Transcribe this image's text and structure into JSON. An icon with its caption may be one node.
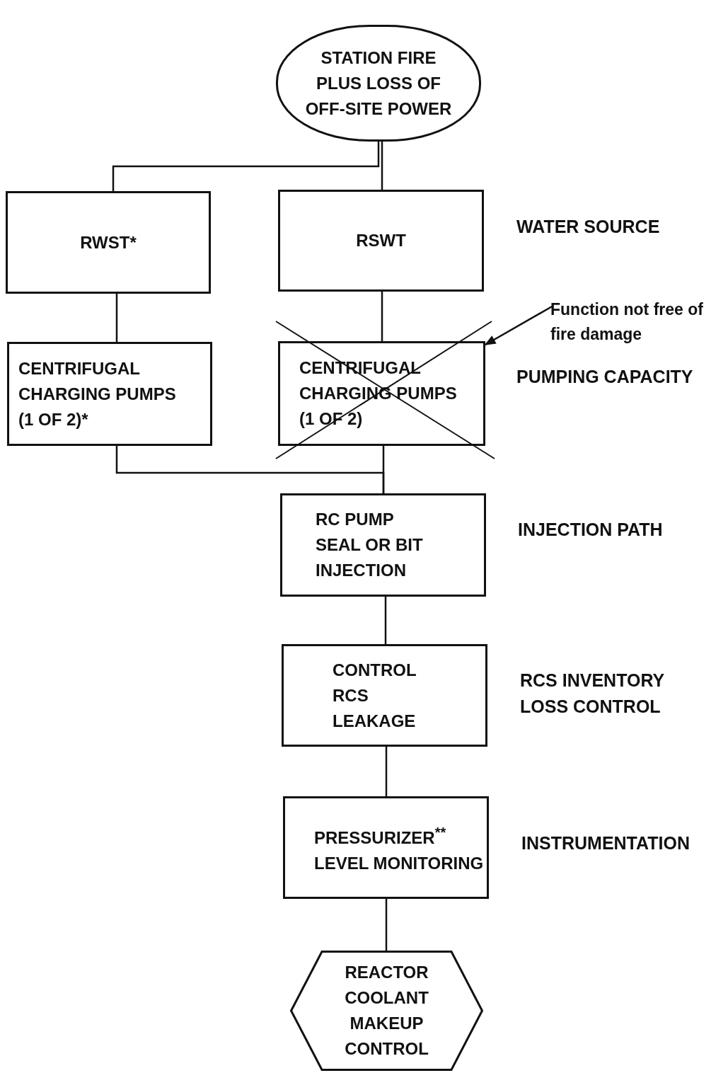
{
  "diagram": {
    "nodes": [
      {
        "text": [
          "STATION FIRE PLUS LOSS OF OFF-SITE POWER"
        ]
      },
      {
        "text": [
          "RWST*"
        ]
      },
      {
        "text": [
          "RSWT"
        ]
      },
      {
        "text": [
          "CENTRIFUGAL CHARGING PUMPS (1 OF 2)*"
        ]
      },
      {
        "text": [
          "CENTRIFUGAL CHARGING PUMPS (1 OF 2)"
        ]
      },
      {
        "text": [
          "RC PUMP SEAL OR BIT INJECTION"
        ]
      },
      {
        "text": [
          "CONTROL RCS LEAKAGE"
        ]
      },
      {
        "text": [
          "PRESSURIZER$^{**}$ LEVEL MONITORING"
        ]
      },
      {
        "text": [
          "REACTOR COOLANT MAKEUP CONTROL"
        ]
      },
      {
        "text": [
          "Function not free of fire damage"
        ]
      }
    ],
    "edges": [
      {
        "from": 0,
        "to": 1,
        "arrow": "none"
      },
      {
        "from": 0,
        "to": 2,
        "arrow": "none"
      },
      {
        "from": 1,
        "to": 3,
        "arrow": "none"
      },
      {
        "from": 2,
        "to": 4,
        "arrow": "none"
      },
      {
        "from": 3,
        "to": 5,
        "arrow": "none"
      },
      {
        "from": 4,
        "to": 5,
        "arrow": "none"
      },
      {
        "from": 5,
        "to": 6,
        "arrow": "none"
      },
      {
        "from": 6,
        "to": 7,
        "arrow": "none"
      },
      {
        "from": 7,
        "to": 8,
        "arrow": "none"
      },
      {
        "from": 9,
        "to": 4,
        "arrow": "to"
      }
    ],
    "labels": [
      "WATER SOURCE",
      "PUMPING CAPACITY",
      "INJECTION PATH",
      "RCS INVENTORY LOSS CONTROL",
      "INSTRUMENTATION"
    ]
  }
}
